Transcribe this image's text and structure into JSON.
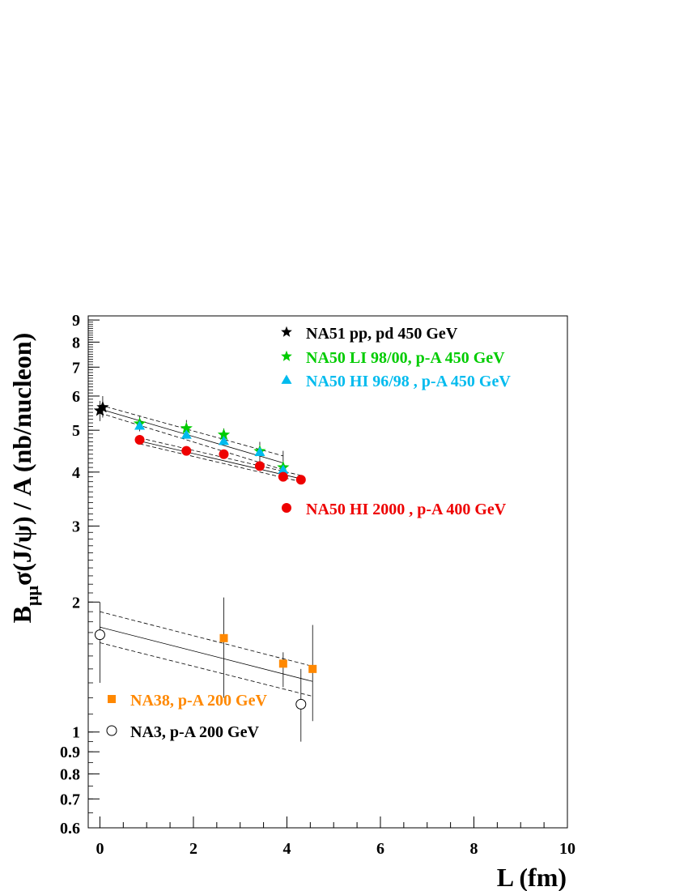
{
  "chart_data": {
    "type": "scatter",
    "xlabel": "L (fm)",
    "ylabel_main": "B",
    "ylabel_sub": "μμ",
    "ylabel_rest": "σ(J/ψ) / A (nb/nucleon)",
    "xlim": [
      -0.25,
      10
    ],
    "ylim": [
      0.6,
      9.2
    ],
    "yscale": "log",
    "grid": false,
    "x_ticks": [
      "0",
      "2",
      "4",
      "6",
      "8",
      "10"
    ],
    "y_ticks": [
      "0.6",
      "0.7",
      "0.8",
      "0.9",
      "1",
      "2",
      "3",
      "4",
      "5",
      "6",
      "7",
      "8",
      "9"
    ],
    "legend_placement": "top-right, middle-right and bottom-left",
    "series": [
      {
        "name": "NA51 pp, pd 450 GeV",
        "color": "#000000",
        "marker": "star",
        "points": [
          {
            "x": 0.0,
            "y": 5.55,
            "ylo": 5.25,
            "yhi": 5.85
          },
          {
            "x": 0.06,
            "y": 5.65,
            "ylo": 5.35,
            "yhi": 6.0
          }
        ]
      },
      {
        "name": "NA50 LI 98/00, p-A 450 GeV",
        "color": "#00cc00",
        "marker": "star",
        "points": [
          {
            "x": 0.85,
            "y": 5.18,
            "ylo": 4.97,
            "yhi": 5.38
          },
          {
            "x": 1.85,
            "y": 5.05,
            "ylo": 4.85,
            "yhi": 5.28
          },
          {
            "x": 2.65,
            "y": 4.88,
            "ylo": 4.7,
            "yhi": 5.05
          },
          {
            "x": 3.42,
            "y": 4.47,
            "ylo": 4.2,
            "yhi": 4.7
          },
          {
            "x": 3.92,
            "y": 4.1,
            "ylo": 3.88,
            "yhi": 4.48
          }
        ]
      },
      {
        "name": "NA50 HI 96/98 , p-A 450 GeV",
        "color": "#00bbee",
        "marker": "triangle",
        "points": [
          {
            "x": 0.85,
            "y": 5.12
          },
          {
            "x": 1.85,
            "y": 4.88
          },
          {
            "x": 2.65,
            "y": 4.72
          },
          {
            "x": 3.42,
            "y": 4.45
          },
          {
            "x": 3.92,
            "y": 4.05
          }
        ]
      },
      {
        "name": "NA50 HI 2000 , p-A 400 GeV",
        "color": "#ee0000",
        "marker": "circle",
        "points": [
          {
            "x": 0.85,
            "y": 4.75
          },
          {
            "x": 1.85,
            "y": 4.48
          },
          {
            "x": 2.65,
            "y": 4.4
          },
          {
            "x": 3.42,
            "y": 4.13
          },
          {
            "x": 3.92,
            "y": 3.9
          },
          {
            "x": 4.3,
            "y": 3.84
          }
        ]
      },
      {
        "name": "NA38, p-A 200 GeV",
        "color": "#ff8800",
        "marker": "square",
        "points": [
          {
            "x": 2.65,
            "y": 1.65,
            "ylo": 1.2,
            "yhi": 2.05
          },
          {
            "x": 3.92,
            "y": 1.44,
            "ylo": 1.27,
            "yhi": 1.53
          },
          {
            "x": 4.55,
            "y": 1.4,
            "ylo": 1.06,
            "yhi": 1.77
          }
        ]
      },
      {
        "name": "NA3, p-A 200 GeV",
        "color": "#000000",
        "marker": "open-circle",
        "points": [
          {
            "x": 0.0,
            "y": 1.68,
            "ylo": 1.3,
            "yhi": 2.0
          },
          {
            "x": 4.3,
            "y": 1.16,
            "ylo": 0.95,
            "yhi": 1.4
          }
        ]
      }
    ],
    "fits": [
      {
        "style": "solid",
        "x": [
          0.0,
          3.92
        ],
        "y": [
          5.6,
          4.2
        ]
      },
      {
        "style": "dashed",
        "x": [
          0.0,
          3.92
        ],
        "y": [
          5.72,
          4.36
        ]
      },
      {
        "style": "dashed",
        "x": [
          0.0,
          3.92
        ],
        "y": [
          5.48,
          4.05
        ]
      },
      {
        "style": "solid",
        "x": [
          0.85,
          4.3
        ],
        "y": [
          4.72,
          3.86
        ]
      },
      {
        "style": "dashed",
        "x": [
          0.85,
          4.3
        ],
        "y": [
          4.8,
          3.93
        ]
      },
      {
        "style": "dashed",
        "x": [
          0.85,
          4.3
        ],
        "y": [
          4.65,
          3.8
        ]
      },
      {
        "style": "solid",
        "x": [
          0.0,
          4.55
        ],
        "y": [
          1.75,
          1.31
        ]
      },
      {
        "style": "dashed",
        "x": [
          0.0,
          4.55
        ],
        "y": [
          1.9,
          1.42
        ]
      },
      {
        "style": "dashed",
        "x": [
          0.0,
          4.55
        ],
        "y": [
          1.61,
          1.21
        ]
      }
    ]
  }
}
